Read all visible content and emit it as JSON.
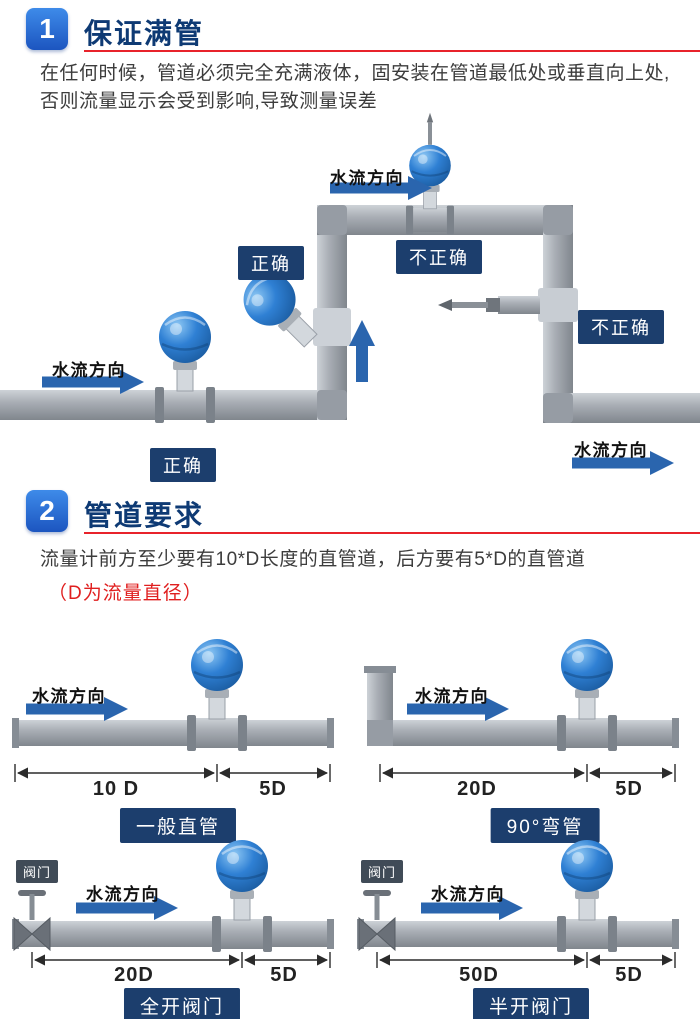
{
  "section1": {
    "number": "1",
    "title": "保证满管",
    "description": "在任何时候，管道必须完全充满液体，固安装在管道最低处或垂直向上处,否则流量显示会受到影响,导致测量误差",
    "flow_top": "水流方向",
    "flow_left": "水流方向",
    "flow_right": "水流方向",
    "tag_correct_mid": "正确",
    "tag_incorrect_top": "不正确",
    "tag_incorrect_right": "不正确",
    "tag_correct_bottom": "正确"
  },
  "section2": {
    "number": "2",
    "title": "管道要求",
    "description": "流量计前方至少要有10*D长度的直管道，后方要有5*D的直管道",
    "note": "（D为流量直径）",
    "diagrams": [
      {
        "caption": "一般直管",
        "flow": "水流方向",
        "upstream": "10 D",
        "downstream": "5D"
      },
      {
        "caption": "90°弯管",
        "flow": "水流方向",
        "upstream": "20D",
        "downstream": "5D"
      },
      {
        "caption": "全开阀门",
        "flow": "水流方向",
        "upstream": "20D",
        "downstream": "5D",
        "valve": "阀门"
      },
      {
        "caption": "半开阀门",
        "flow": "水流方向",
        "upstream": "50D",
        "downstream": "5D",
        "valve": "阀门"
      }
    ]
  },
  "colors": {
    "accent_blue": "#2a65ae",
    "navy_label": "#1c3e6d",
    "badge_blue": "#1c55c0",
    "red": "#e8232b",
    "pipe_gray": "#a9aeb5",
    "meter_blue": "#2f80d4"
  }
}
